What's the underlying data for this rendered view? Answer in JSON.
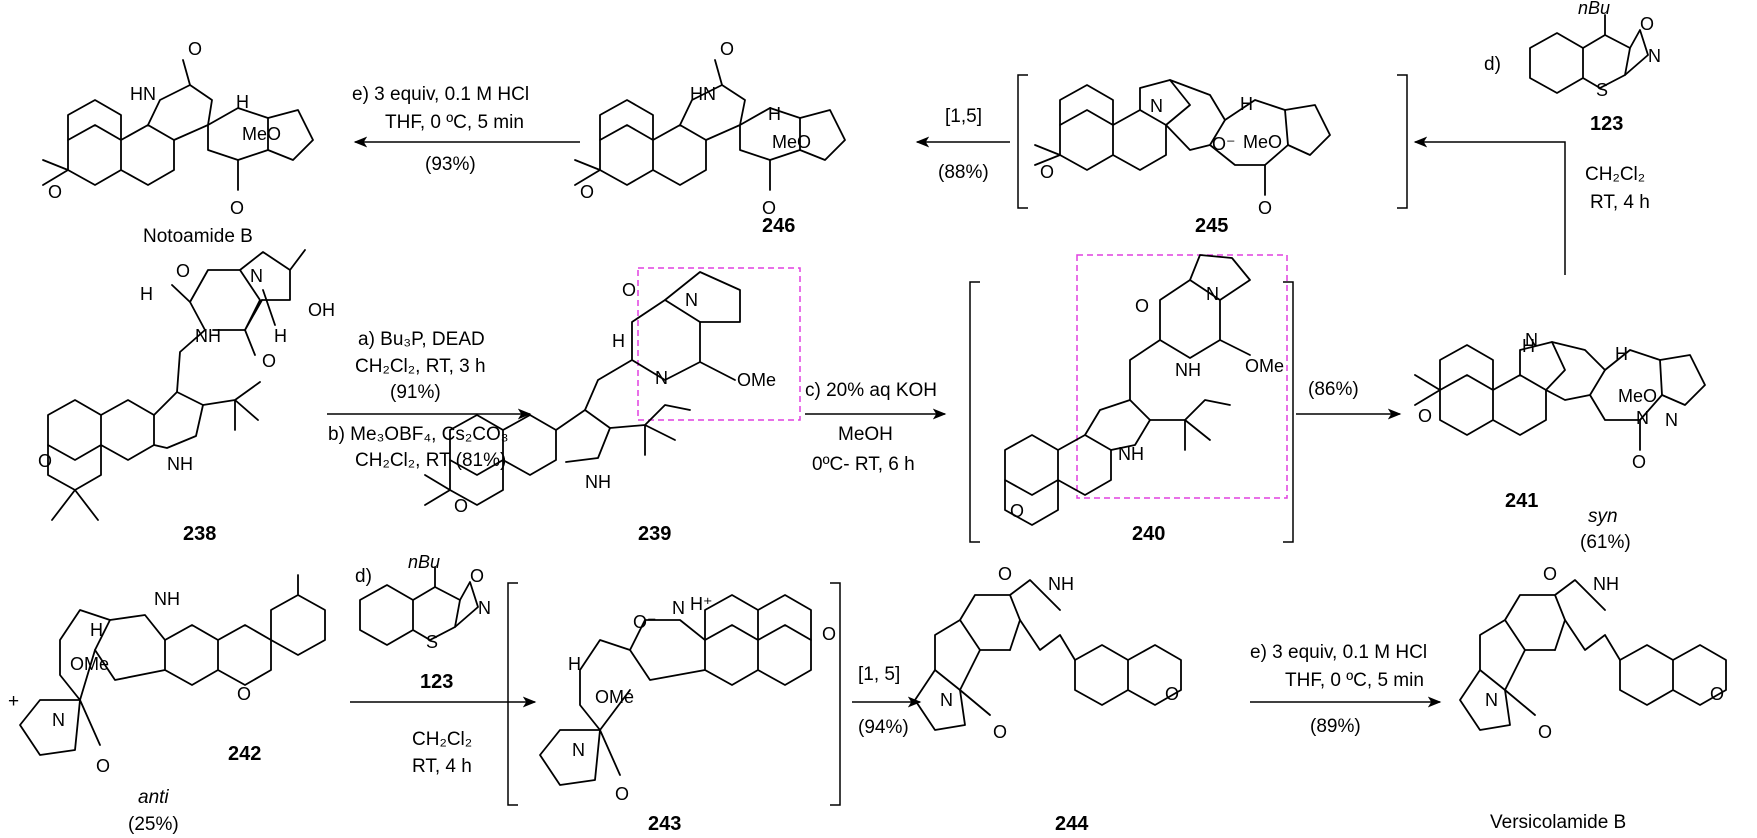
{
  "compounds": {
    "c238": "238",
    "c239": "239",
    "c240": "240",
    "c241": "241",
    "c242": "242",
    "c243": "243",
    "c244": "244",
    "c245": "245",
    "c246": "246",
    "c123_top": "123",
    "c123_bottom": "123",
    "notoamide_b": "Notoamide B",
    "versicolamide_b": "Versicolamide B"
  },
  "conditions": {
    "a": "a) Bu₃P, DEAD",
    "a2": "CH₂Cl₂, RT, 3 h",
    "a_yield": "(91%)",
    "b": "b) Me₃OBF₄, Cs₂CO₃",
    "b2": "CH₂Cl₂, RT (81%)",
    "c": "c) 20% aq KOH",
    "c2": "MeOH",
    "c3": "0ºC- RT, 6 h",
    "yield_240": "(86%)",
    "d_top": "d)",
    "d_top_solvent": "CH₂Cl₂",
    "d_top_time": "RT, 4 h",
    "shift_top": "[1,5]",
    "shift_top_yield": "(88%)",
    "e_top": "e) 3 equiv, 0.1 M HCl",
    "e_top_2": "THF, 0 ºC, 5 min",
    "e_top_yield": "(93%)",
    "d_bottom": "d)",
    "d_bottom_solvent": "CH₂Cl₂",
    "d_bottom_time": "RT, 4 h",
    "shift_bottom": "[1, 5]",
    "shift_bottom_yield": "(94%)",
    "e_bottom": "e) 3 equiv, 0.1 M HCl",
    "e_bottom_2": "THF, 0 ºC, 5 min",
    "e_bottom_yield": "(89%)"
  },
  "stereo": {
    "syn": "syn",
    "syn_yield": "(61%)",
    "anti": "anti",
    "anti_yield": "(25%)",
    "plus": "+"
  },
  "atoms": {
    "nBu": "nBu",
    "O": "O",
    "N": "N",
    "S": "S",
    "H": "H",
    "NH": "NH",
    "HN": "HN",
    "OH": "OH",
    "OMe": "OMe",
    "MeO": "MeO",
    "Ominus": "O⁻",
    "Hplus": "H⁺"
  }
}
